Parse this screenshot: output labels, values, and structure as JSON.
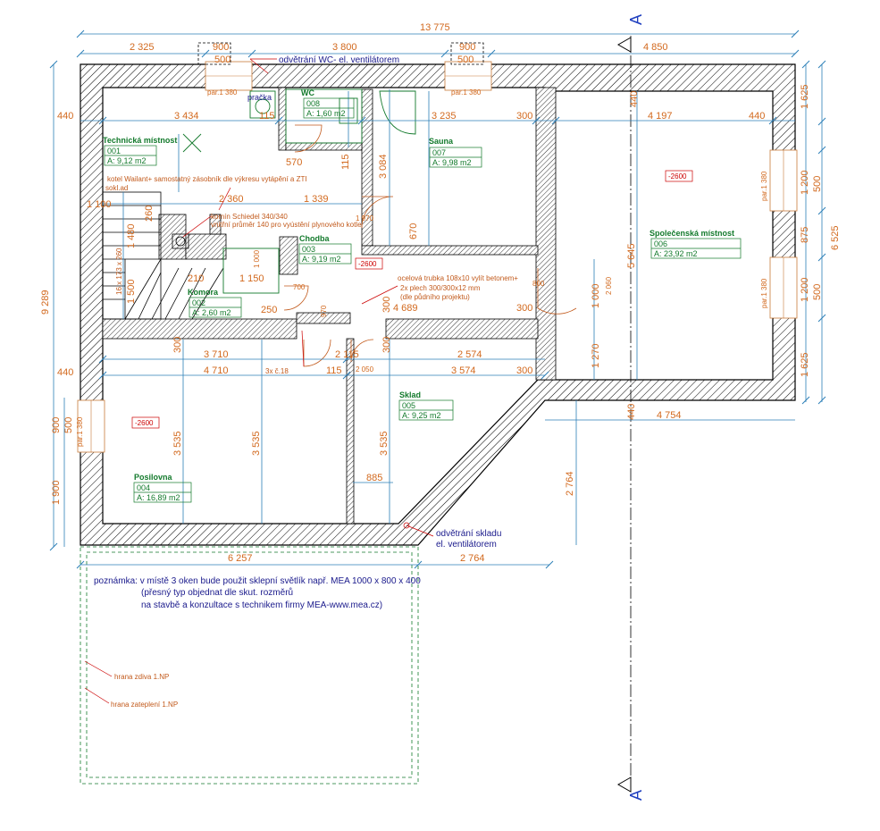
{
  "section_mark": "A",
  "overall_dims": {
    "total_top": "13 775",
    "top_segments": [
      "2 325",
      "900",
      "500",
      "3 800",
      "900",
      "500",
      "4 850"
    ],
    "left_total": "9 289",
    "right_total": "6 525",
    "right_segments": [
      "1 625",
      "1 200",
      "500",
      "875",
      "1 200",
      "500",
      "1 625"
    ],
    "bottom_left": "6 257",
    "bottom_right": "2 764",
    "left_low": [
      "900",
      "500",
      "1 900"
    ]
  },
  "rooms": [
    {
      "name": "Technická místnost",
      "number": "001",
      "area": "A: 9,12 m2"
    },
    {
      "name": "Komora",
      "number": "002",
      "area": "A: 2,60 m2"
    },
    {
      "name": "Chodba",
      "number": "003",
      "area": "A: 9,19 m2"
    },
    {
      "name": "Posilovna",
      "number": "004",
      "area": "A: 16,89 m2"
    },
    {
      "name": "Sklad",
      "number": "005",
      "area": "A: 9,25 m2"
    },
    {
      "name": "Společenská místnost",
      "number": "006",
      "area": "A: 23,92 m2"
    },
    {
      "name": "Sauna",
      "number": "007",
      "area": "A: 9,98 m2"
    },
    {
      "name": "WC",
      "number": "008",
      "area": "A: 1,60 m2"
    }
  ],
  "levels": [
    "-2600",
    "-2600",
    "-2600"
  ],
  "inner_dims": {
    "d440a": "440",
    "d3434": "3 434",
    "d115a": "115",
    "d3235": "3 235",
    "d300a": "300",
    "d4197": "4 197",
    "d440b": "440",
    "d2360": "2 360",
    "d1339": "1 339",
    "d3084": "3 084",
    "d670": "670",
    "d570": "570",
    "d115b": "115",
    "d5645": "5 645",
    "d1000": "1 000",
    "d1270": "1 270",
    "d4689": "4 689",
    "d300b": "300",
    "d3710": "3 710",
    "d4710": "4 710",
    "d2115": "2 115",
    "d2574": "2 574",
    "d3574": "3 574",
    "d300c": "300",
    "d115c": "115",
    "d2050": "2 050",
    "d3535a": "3 535",
    "d3535b": "3 535",
    "d3535c": "3 535",
    "d885": "885",
    "d2764": "2 764",
    "d4754": "4 754",
    "d440c": "440",
    "d440d": "440",
    "d1100": "1 100",
    "d1480": "1 480",
    "d1500": "1 500",
    "d210": "210",
    "d1150": "1 150",
    "d300d": "300",
    "d300e": "300",
    "d440e": "440",
    "d300f": "300",
    "d250": "250",
    "d260": "260",
    "d700": "700",
    "d1970": "1 970",
    "d970": "970",
    "d800": "800",
    "d2060": "2 060",
    "d1000b": "1 000"
  },
  "windows": [
    "par.1 380",
    "par.1 380",
    "par.1 380",
    "par.1 380",
    "par.1 380"
  ],
  "labels": {
    "vent_wc": "odvětrání WC- el. ventilátorem",
    "pracka": "pračka",
    "kotel": "kotel Wailant+ samostatný zásobník dle výkresu vytápění a ZTI",
    "soklad": "sokl.ad",
    "komin1": "komín Schiedel 340/340",
    "komin2": "vnitřní průměr 140 pro vyústění plynového kotle",
    "ocel1": "ocelová trubka 108x10 vylít betonem+",
    "ocel2": "2x plech 300/300x12 mm",
    "ocel3": "(dle půdního projektu)",
    "stair1": "16 x 173 x 260",
    "stair2": "3x č.18",
    "vent_sklad1": "odvětrání skladu",
    "vent_sklad2": "el. ventilátorem",
    "note1": "poznámka: v místě 3 oken bude použit sklepní světlík např. MEA 1000 x 800 x 400",
    "note2": "(přesný typ objednat dle skut. rozměrů",
    "note3": "na stavbě a konzultace s technikem firmy MEA-www.mea.cz)",
    "hrana1": "hrana zdiva 1.NP",
    "hrana2": "hrana zateplení 1.NP"
  }
}
